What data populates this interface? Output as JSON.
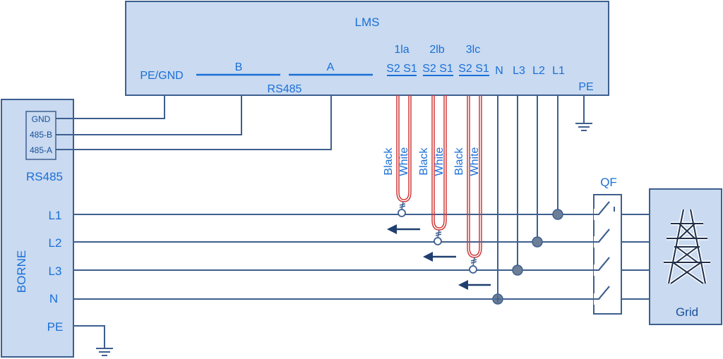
{
  "lms": {
    "title": "LMS",
    "pe_gnd": "PE/GND",
    "b": "B",
    "a": "A",
    "rs485": "RS485",
    "ct1": "1la",
    "ct2": "2lb",
    "ct3": "3lc",
    "s2": "S2",
    "s1": "S1",
    "n": "N",
    "l3": "L3",
    "l2": "L2",
    "l1": "L1",
    "pe": "PE"
  },
  "borne": {
    "title": "BORNE",
    "gnd": "GND",
    "b485": "485-B",
    "a485": "485-A",
    "rs485": "RS485",
    "l1": "L1",
    "l2": "L2",
    "l3": "L3",
    "n": "N",
    "pe": "PE"
  },
  "wires": {
    "black": "Black",
    "white": "White"
  },
  "breaker": "QF",
  "grid": "Grid",
  "colors": {
    "box_fill": "#c9daf1",
    "box_stroke": "#3e5f8f",
    "wire": "#3e5f8f",
    "text": "#1a6fd6",
    "ct_loop": "#d13a3a"
  }
}
